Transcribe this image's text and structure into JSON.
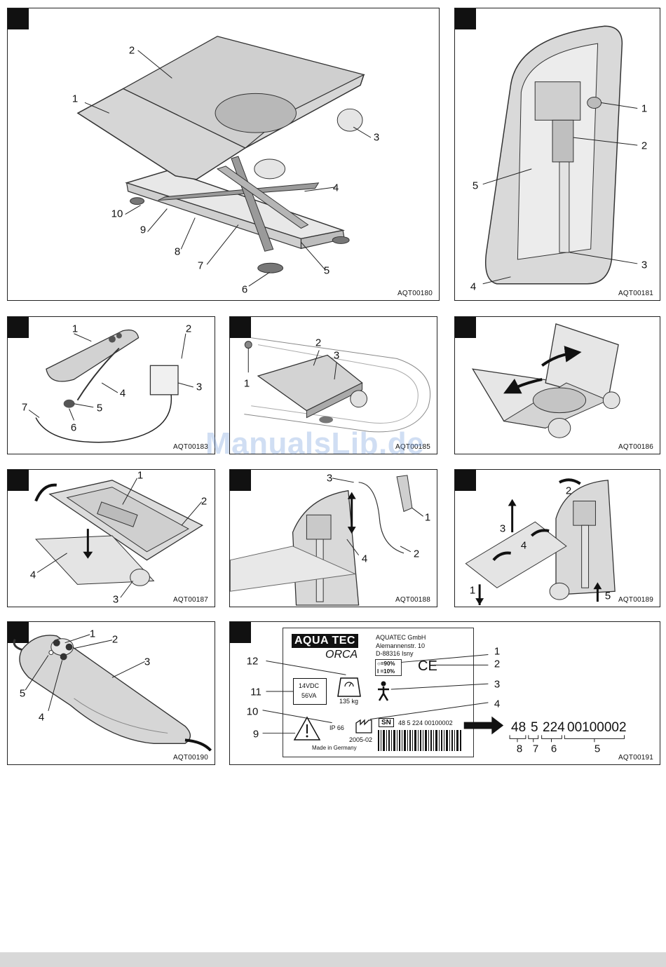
{
  "watermark": "ManualsLib.de",
  "panels": {
    "p1": {
      "code": "AQT00180",
      "labels": [
        "1",
        "2",
        "3",
        "4",
        "5",
        "6",
        "7",
        "8",
        "9",
        "10"
      ]
    },
    "p2": {
      "code": "AQT00181",
      "labels": [
        "1",
        "2",
        "3",
        "4",
        "5"
      ]
    },
    "p3": {
      "code": "AQT00183",
      "labels": [
        "1",
        "2",
        "3",
        "4",
        "5",
        "6",
        "7"
      ]
    },
    "p4": {
      "code": "AQT00185",
      "labels": [
        "1",
        "2",
        "3"
      ]
    },
    "p5": {
      "code": "AQT00186"
    },
    "p6": {
      "code": "AQT00187",
      "labels": [
        "1",
        "2",
        "3",
        "4"
      ]
    },
    "p7": {
      "code": "AQT00188",
      "labels": [
        "1",
        "2",
        "3",
        "4"
      ]
    },
    "p8": {
      "code": "AQT00189",
      "labels": [
        "1",
        "2",
        "3",
        "4",
        "5"
      ]
    },
    "p9": {
      "code": "AQT00190",
      "labels": [
        "1",
        "2",
        "3",
        "4",
        "5"
      ]
    },
    "p10": {
      "code": "AQT00191",
      "brand": "AQUA TEC",
      "model": "ORCA",
      "company": "AQUATEC GmbH",
      "street": "Alemannenstr. 10",
      "city": "D-88316 Isny",
      "humidity_max": "○=90%",
      "humidity_min": "I =10%",
      "ce": "CE",
      "voltage": "14VDC",
      "power": "56VA",
      "load": "135 kg",
      "ip": "IP 66",
      "date": "2005-02",
      "made_in": "Made in Germany",
      "sn_label": "SN",
      "sn_value": "48 5 224 00100002",
      "sn_parts": [
        "48",
        "5",
        "224",
        "00100002"
      ],
      "sn_part_labels": [
        "8",
        "7",
        "6",
        "5"
      ],
      "labels": [
        "1",
        "2",
        "3",
        "4",
        "9",
        "10",
        "11",
        "12"
      ]
    }
  }
}
